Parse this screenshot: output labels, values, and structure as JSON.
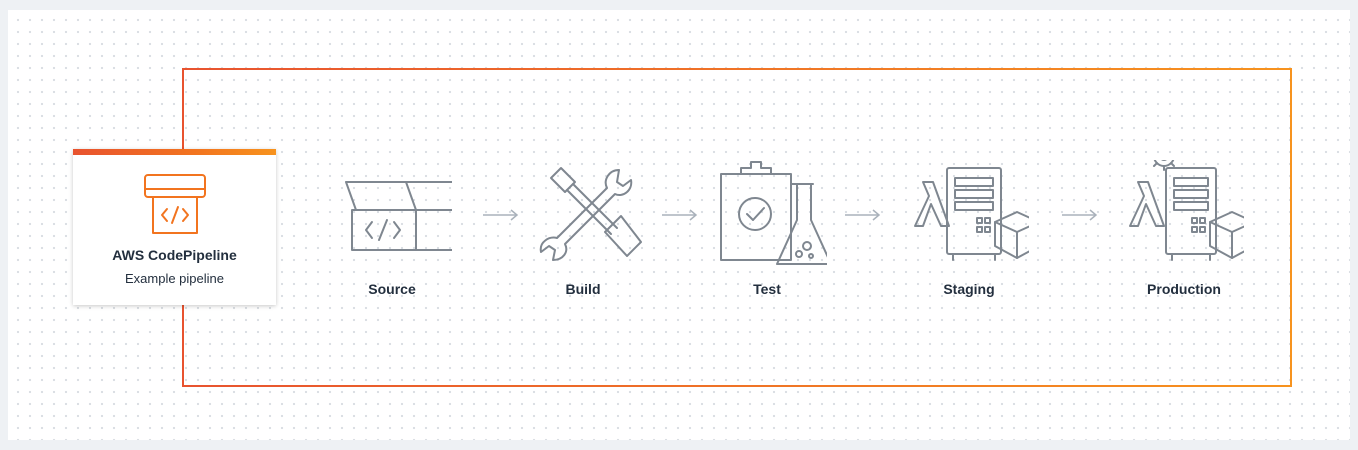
{
  "pipeline": {
    "title": "AWS CodePipeline",
    "subtitle": "Example pipeline",
    "accent_color": "#f2741f",
    "frame_color_start": "#e8532f",
    "frame_color_end": "#f7931e",
    "card_icon": "codepipeline-icon"
  },
  "stages": [
    {
      "label": "Source",
      "icon": "box-code-icon"
    },
    {
      "label": "Build",
      "icon": "tools-icon"
    },
    {
      "label": "Test",
      "icon": "clipboard-flask-icon"
    },
    {
      "label": "Staging",
      "icon": "lambda-server-cube-icon"
    },
    {
      "label": "Production",
      "icon": "gear-lambda-server-cube-icon"
    }
  ]
}
